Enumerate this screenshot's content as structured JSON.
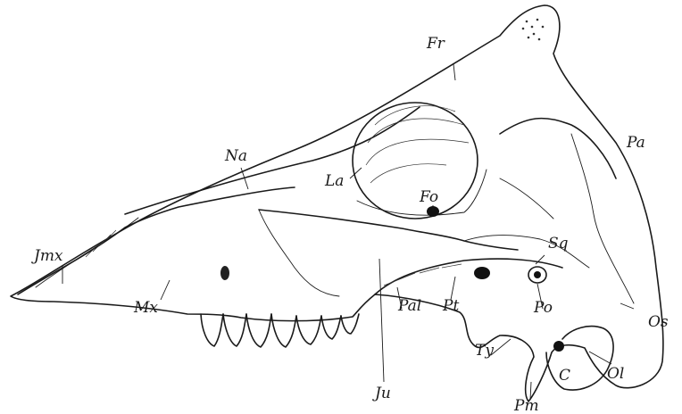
{
  "labels": {
    "fr": "Fr",
    "pa": "Pa",
    "na": "Na",
    "la": "La",
    "fo": "Fo",
    "sq": "Sq",
    "jmx": "Jmx",
    "mx": "Mx",
    "pal": "Pal",
    "pt": "Pt",
    "po": "Po",
    "os": "Os",
    "ju": "Ju",
    "ty": "Ty",
    "ol": "Ol",
    "c": "C",
    "pm": "Pm"
  }
}
